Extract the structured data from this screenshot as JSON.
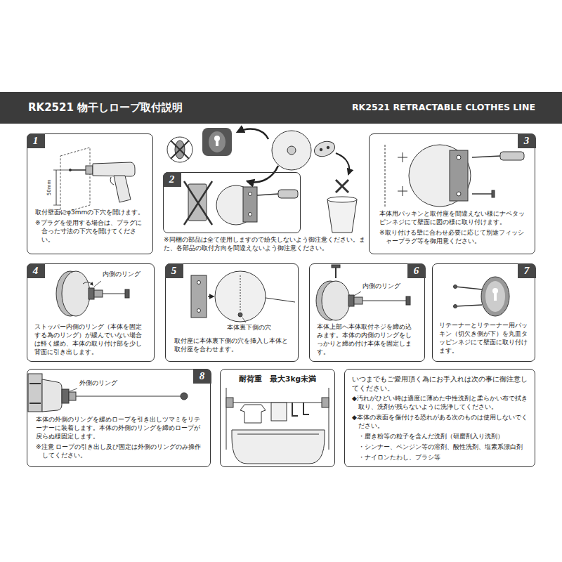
{
  "diagram": {
    "nodes": [
      {
        "text": [
          "RK2521 物干しロープ取付説明",
          "RK2521 RETRACTABLE CLOTHES LINE"
        ]
      },
      {
        "text": [
          "取付壁面にφ3mmの下穴を開けます。",
          "※プラグを使用する場合は、プラグに合った寸法の下穴を開けてください。"
        ]
      },
      {
        "text": [
          "1"
        ],
        "in": 1
      },
      {
        "text": [
          "※同梱の部品は全て使用しますので紛失しないよう御注意ください。また、各部品の取付方向を間違えないよう御注意ください。"
        ]
      },
      {
        "text": [
          "2"
        ],
        "in": 3
      },
      {
        "text": [
          "本体用パッキンと取付座を間違えない様にナベタッピンネジにて壁面に図の様に取り付けます。",
          "※取り付ける壁に合わせ必要に応じて別途フィッシャープラグ等を御用意ください。"
        ]
      },
      {
        "text": [
          "3"
        ],
        "in": 5
      },
      {
        "text": [
          "ストッパー内側のリング（本体を固定する為のリング）が緩んでいない場合は軽く緩め、本体の取り付け部を少し背面に引き出します。"
        ]
      },
      {
        "text": [
          "4"
        ],
        "in": 7
      },
      {
        "text": [
          "取付座に本体裏下側の穴を挿入し本体と取付座を合わせます。"
        ]
      },
      {
        "text": [
          "5"
        ],
        "in": 9
      },
      {
        "text": [
          "本体上部へ本体取付ネジを締め込みます。本体の内側のリングをしっかりと締め付け本体を固定します。"
        ]
      },
      {
        "text": [
          "6"
        ],
        "in": 11
      },
      {
        "text": [
          "リテーナーとリテーナー用パッキン（切欠き側が下）を丸皿タッピンネジにて壁面に取り付けます。"
        ]
      },
      {
        "text": [
          "7"
        ],
        "in": 13
      },
      {
        "text": [
          "本体の外側のリングを緩めロープを引き出しツマミをリテーナーに装着します。本体の外側のリングを締めロープが戻らぬ様固定します。",
          "※注意 ロープの引き出し及び固定は外側のリングのみ操作してください。"
        ]
      },
      {
        "text": [
          "8"
        ],
        "in": 15
      },
      {
        "text": [
          "耐荷重　最大3kg未満"
        ]
      },
      {
        "text": [
          "いつまでもご愛用頂く為にお手入れは次の事に御注意してください。",
          "◆汚れがひどい時は適度に薄めた中性洗剤と柔らかい布で拭き取り、洗剤が残らないように洗浄してください。",
          "◆本体の表面を傷付ける恐れがある次のものは使用しないでください。",
          "・磨き粉等の粒子を含んだ洗剤（研磨剤入り洗剤）",
          "・シンナー、ベンジン等の溶剤、酸性洗剤、塩素系漂白剤",
          "・ナイロンたわし、ブラシ等"
        ]
      }
    ],
    "labels": [
      "50mm",
      "内側のリング",
      "本体裏下側の穴",
      "内側のリング",
      "外側のリング"
    ]
  }
}
